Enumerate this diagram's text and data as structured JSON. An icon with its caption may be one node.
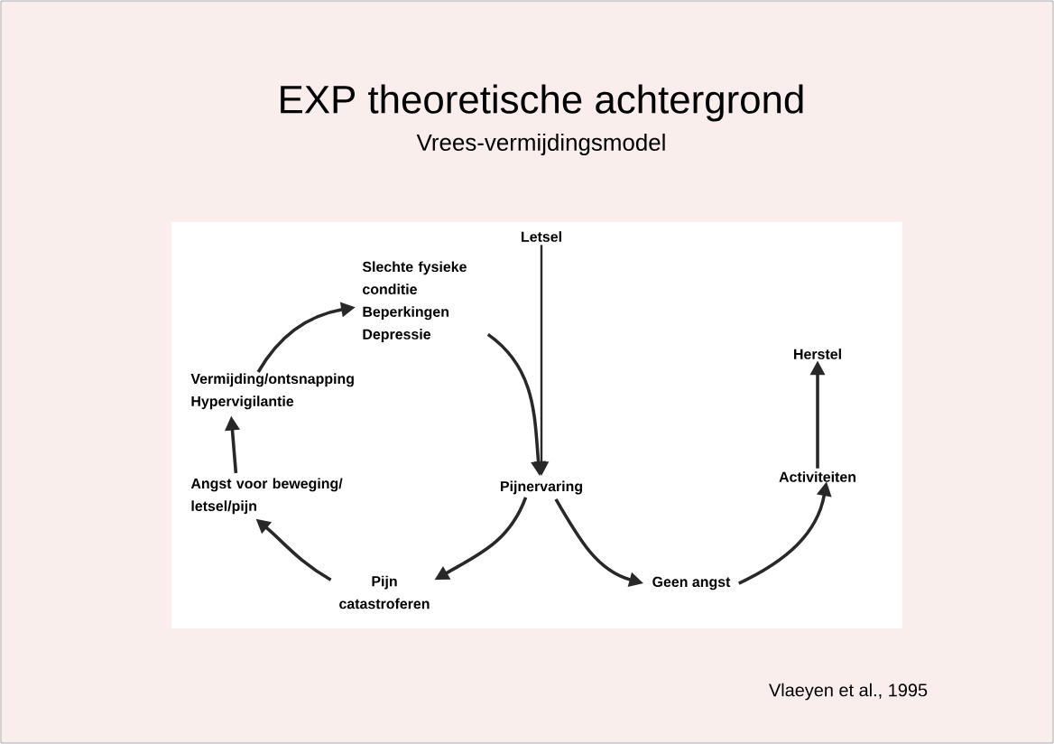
{
  "diagram": {
    "title": "EXP theoretische achtergrond",
    "nodes": [
      {
        "text": [
          "Letsel"
        ]
      },
      {
        "text": [
          "Slechte fysieke conditie",
          "Beperkingen",
          "Depressie"
        ]
      },
      {
        "text": [
          "Vermijding/ontsnapping",
          "Hypervigilantie"
        ]
      },
      {
        "text": [
          "Pijnervaring"
        ]
      },
      {
        "text": [
          "Angst voor beweging/ letsel/pijn"
        ]
      },
      {
        "text": [
          "Pijn catastroferen"
        ]
      },
      {
        "text": [
          "Geen angst"
        ]
      },
      {
        "text": [
          "Activiteiten"
        ]
      },
      {
        "text": [
          "Herstel"
        ]
      }
    ],
    "edges": [
      {
        "from": 0,
        "to": 3,
        "arrow": "to"
      },
      {
        "from": 1,
        "to": 3,
        "arrow": "to"
      },
      {
        "from": 3,
        "to": 5,
        "arrow": "to"
      },
      {
        "from": 5,
        "to": 4,
        "arrow": "to"
      },
      {
        "from": 4,
        "to": 2,
        "arrow": "to"
      },
      {
        "from": 2,
        "to": 1,
        "arrow": "to"
      },
      {
        "from": 3,
        "to": 6,
        "arrow": "to"
      },
      {
        "from": 6,
        "to": 7,
        "arrow": "to"
      },
      {
        "from": 7,
        "to": 8,
        "arrow": "to"
      }
    ],
    "labels": [
      "Vrees-vermijdingsmodel",
      "Vlaeyen et al., 1995"
    ]
  }
}
